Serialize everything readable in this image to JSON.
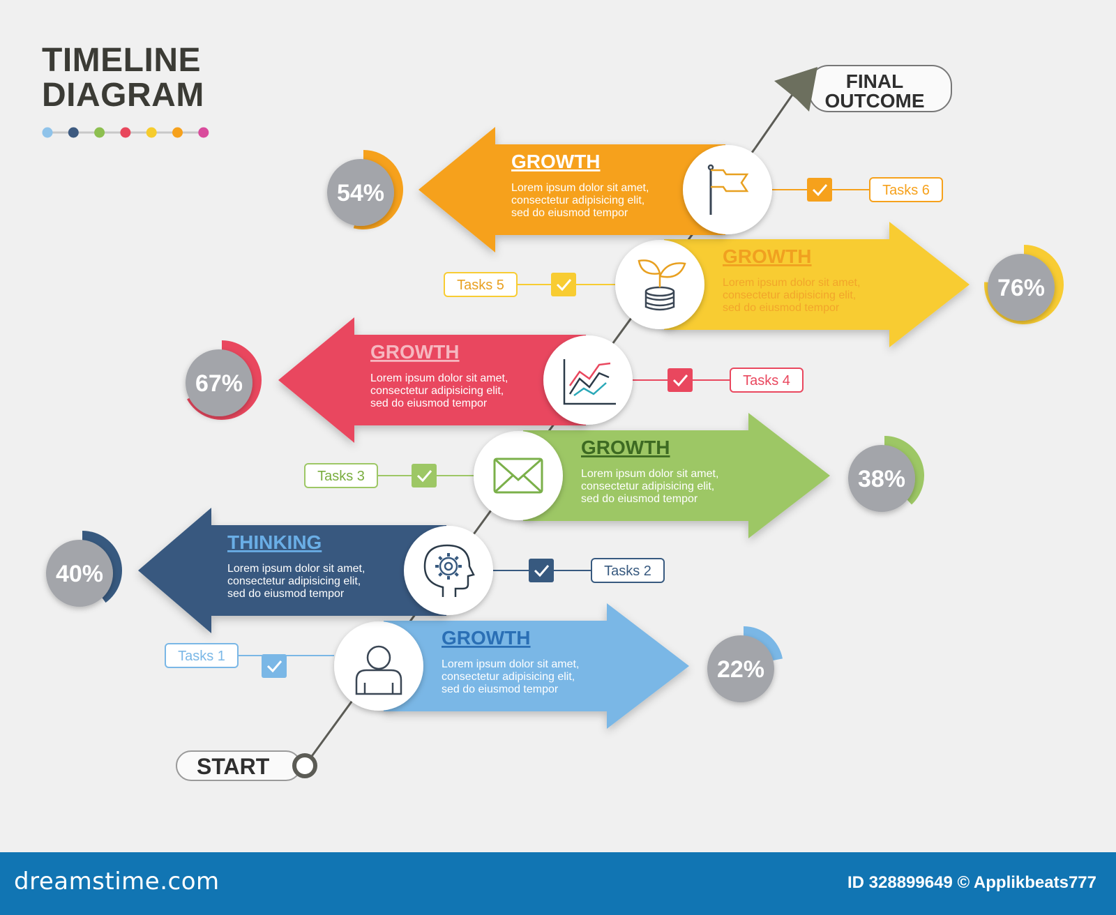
{
  "header": {
    "title_line1": "TIMELINE",
    "title_line2": "DIAGRAM"
  },
  "legend_dots": [
    "#8fc3ea",
    "#3d5a80",
    "#8dbf50",
    "#e8475c",
    "#f6cc2d",
    "#f6a11c",
    "#d94b9c"
  ],
  "start_label": "START",
  "end_label_line1": "FINAL",
  "end_label_line2": "OUTCOME",
  "steps": [
    {
      "title": "GROWTH",
      "body": [
        "Lorem ipsum dolor sit amet,",
        "consectetur adipisicing elit,",
        "sed do eiusmod tempor"
      ],
      "task": "Tasks 1",
      "percent": "22%",
      "value": 22,
      "color": "#7ab7e6",
      "icon": "person-icon"
    },
    {
      "title": "THINKING",
      "body": [
        "Lorem ipsum dolor sit amet,",
        "consectetur adipisicing elit,",
        "sed do eiusmod tempor"
      ],
      "task": "Tasks 2",
      "percent": "40%",
      "value": 40,
      "color": "#37597f",
      "icon": "head-gear-icon"
    },
    {
      "title": "GROWTH",
      "body": [
        "Lorem ipsum dolor sit amet,",
        "consectetur adipisicing elit,",
        "sed do eiusmod tempor"
      ],
      "task": "Tasks 3",
      "percent": "38%",
      "value": 38,
      "color": "#9dc765",
      "icon": "envelope-icon"
    },
    {
      "title": "GROWTH",
      "body": [
        "Lorem ipsum dolor sit amet,",
        "consectetur adipisicing elit,",
        "sed do eiusmod tempor"
      ],
      "task": "Tasks 4",
      "percent": "67%",
      "value": 67,
      "color": "#e9475e",
      "icon": "chart-icon"
    },
    {
      "title": "GROWTH",
      "body": [
        "Lorem ipsum dolor sit amet,",
        "consectetur adipisicing elit,",
        "sed do eiusmod tempor"
      ],
      "task": "Tasks 5",
      "percent": "76%",
      "value": 76,
      "color": "#f8cc32",
      "icon": "money-plant-icon"
    },
    {
      "title": "GROWTH",
      "body": [
        "Lorem ipsum dolor sit amet,",
        "consectetur adipisicing elit,",
        "sed do eiusmod tempor"
      ],
      "task": "Tasks 6",
      "percent": "54%",
      "value": 54,
      "color": "#f6a11c",
      "icon": "flag-icon"
    }
  ],
  "footer": {
    "site": "dreamstime.com",
    "id_text": "ID 328899649 © Applikbeats777"
  }
}
